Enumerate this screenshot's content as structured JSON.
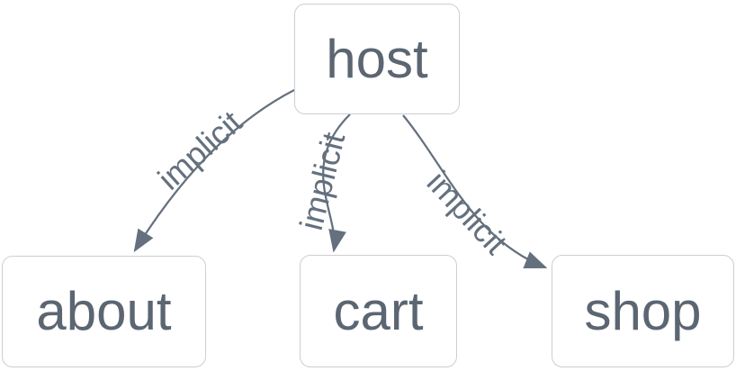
{
  "diagram": {
    "colors": {
      "background": "#ffffff",
      "node-border": "#ccced1",
      "node-fill": "#ffffff",
      "node-text": "#5c6672",
      "edge": "#64707e"
    },
    "nodes": [
      {
        "id": "host",
        "label": "host"
      },
      {
        "id": "about",
        "label": "about"
      },
      {
        "id": "cart",
        "label": "cart"
      },
      {
        "id": "shop",
        "label": "shop"
      }
    ],
    "edges": [
      {
        "from": "host",
        "to": "about",
        "label": "implicit"
      },
      {
        "from": "host",
        "to": "cart",
        "label": "implicit"
      },
      {
        "from": "host",
        "to": "shop",
        "label": "implicit"
      }
    ]
  }
}
